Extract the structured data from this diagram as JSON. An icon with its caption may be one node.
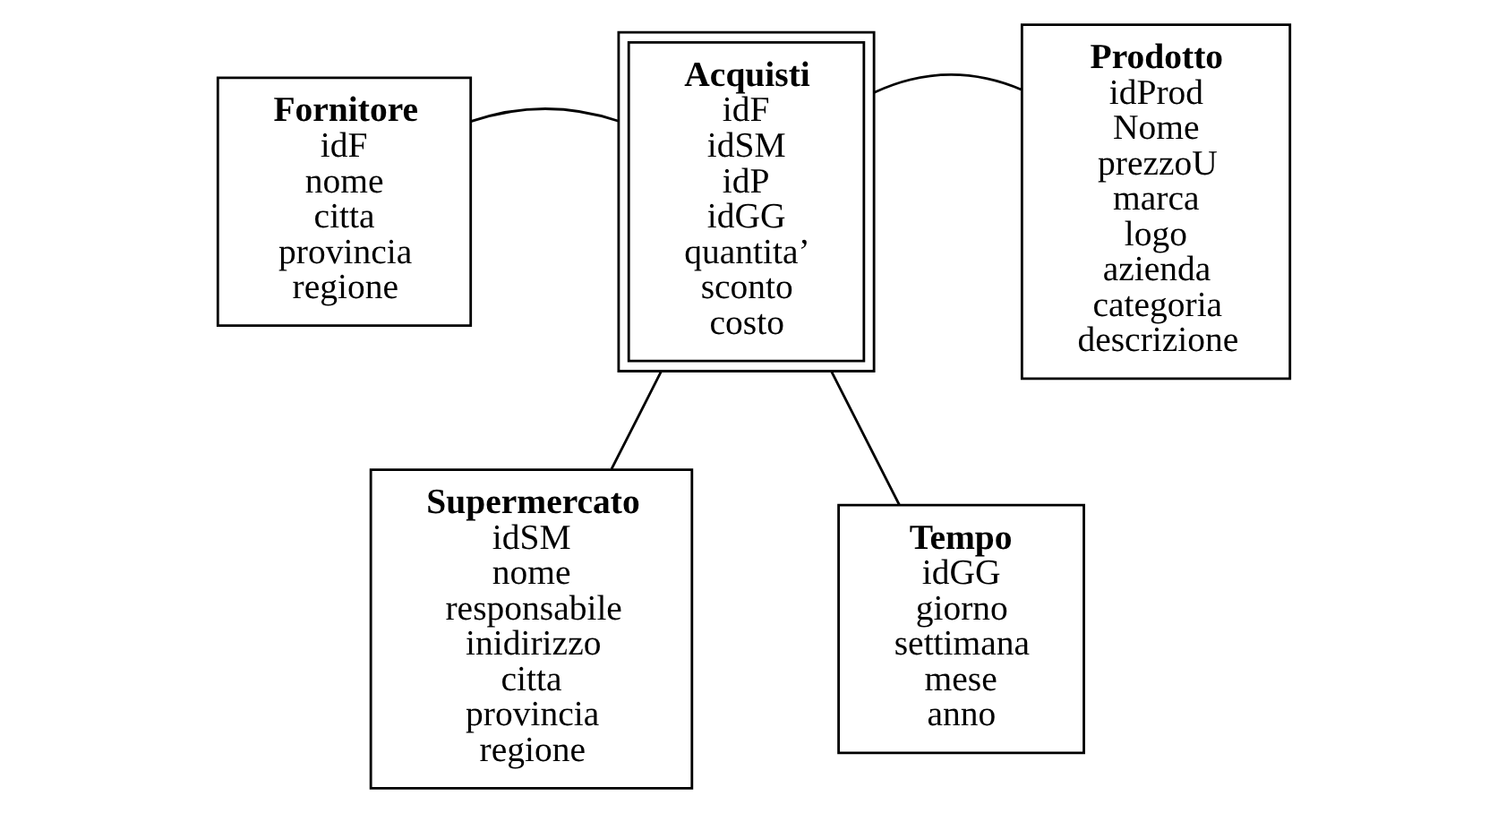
{
  "diagram": {
    "nodes": [
      {
        "text": [
          "Acquisti",
          "idF",
          "idSM",
          "idP",
          "idGG",
          "quantita’",
          "sconto",
          "costo"
        ]
      },
      {
        "text": [
          "Fornitore",
          "idF",
          "nome",
          "citta",
          "provincia",
          "regione"
        ]
      },
      {
        "text": [
          "Prodotto",
          "idProd",
          "Nome",
          "prezzoU",
          "marca",
          "logo",
          "azienda",
          "categoria",
          "descrizione"
        ]
      },
      {
        "text": [
          "Supermercato",
          "idSM",
          "nome",
          "responsabile",
          "inidirizzo",
          "citta",
          "provincia",
          "regione"
        ]
      },
      {
        "text": [
          "Tempo",
          "idGG",
          "giorno",
          "settimana",
          "mese",
          "anno"
        ]
      }
    ],
    "edges": [
      {
        "from": 0,
        "to": 1,
        "arrow": "none"
      },
      {
        "from": 0,
        "to": 3,
        "arrow": "none"
      },
      {
        "from": 0,
        "to": 4,
        "arrow": "none"
      },
      {
        "from": 0,
        "to": 2,
        "arrow": "none"
      }
    ]
  }
}
